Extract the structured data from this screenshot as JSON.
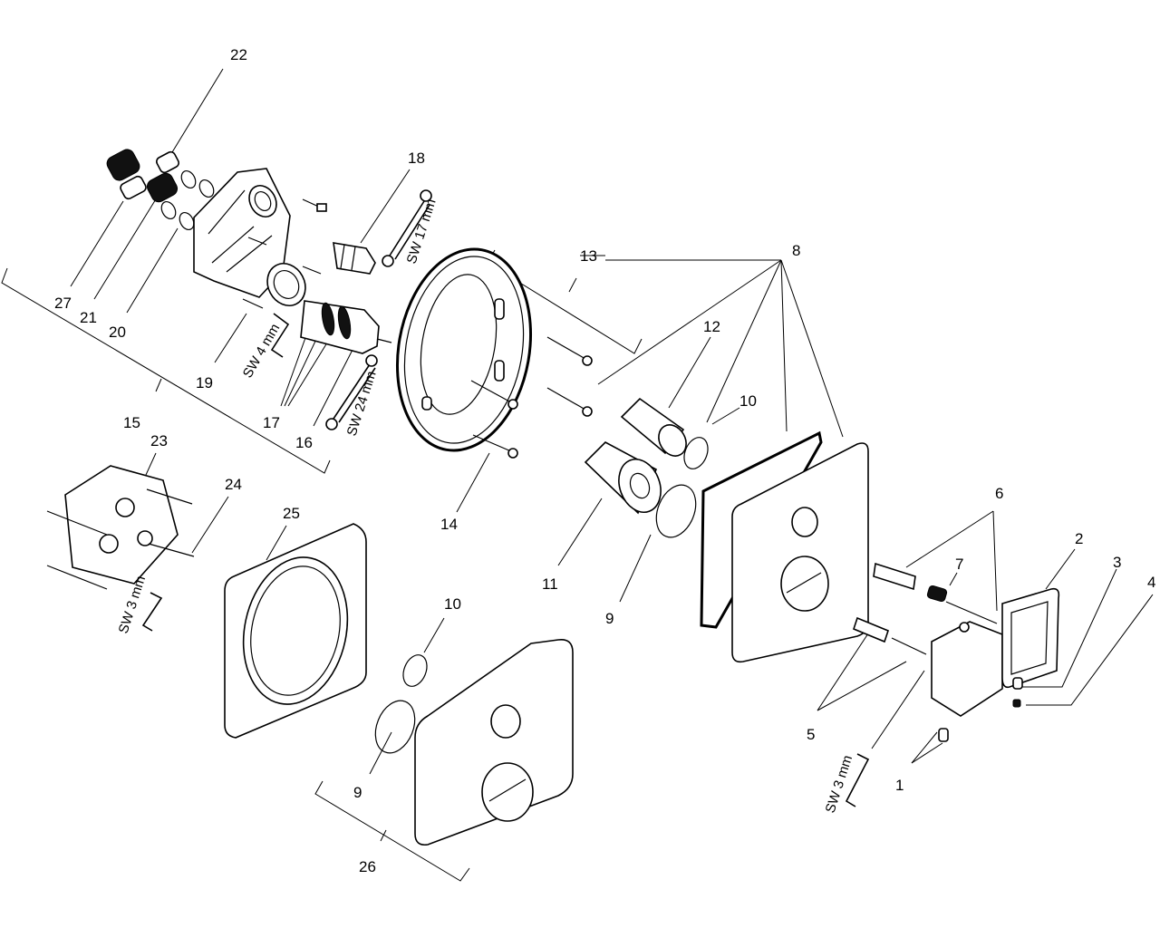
{
  "labels": {
    "l1": "1",
    "l2": "2",
    "l3": "3",
    "l4": "4",
    "l5": "5",
    "l6": "6",
    "l7": "7",
    "l8": "8",
    "l9a": "9",
    "l9b": "9",
    "l10a": "10",
    "l10b": "10",
    "l11": "11",
    "l12": "12",
    "l13": "13",
    "l14": "14",
    "l15": "15",
    "l16": "16",
    "l17": "17",
    "l18": "18",
    "l19": "19",
    "l20": "20",
    "l21": "21",
    "l22": "22",
    "l23": "23",
    "l24": "24",
    "l25": "25",
    "l26": "26",
    "l27": "27"
  },
  "tools": {
    "sw4": "SW 4 mm",
    "sw24": "SW 24 mm",
    "sw17": "SW 17 mm",
    "sw3a": "SW 3 mm",
    "sw3b": "SW 3 mm"
  }
}
